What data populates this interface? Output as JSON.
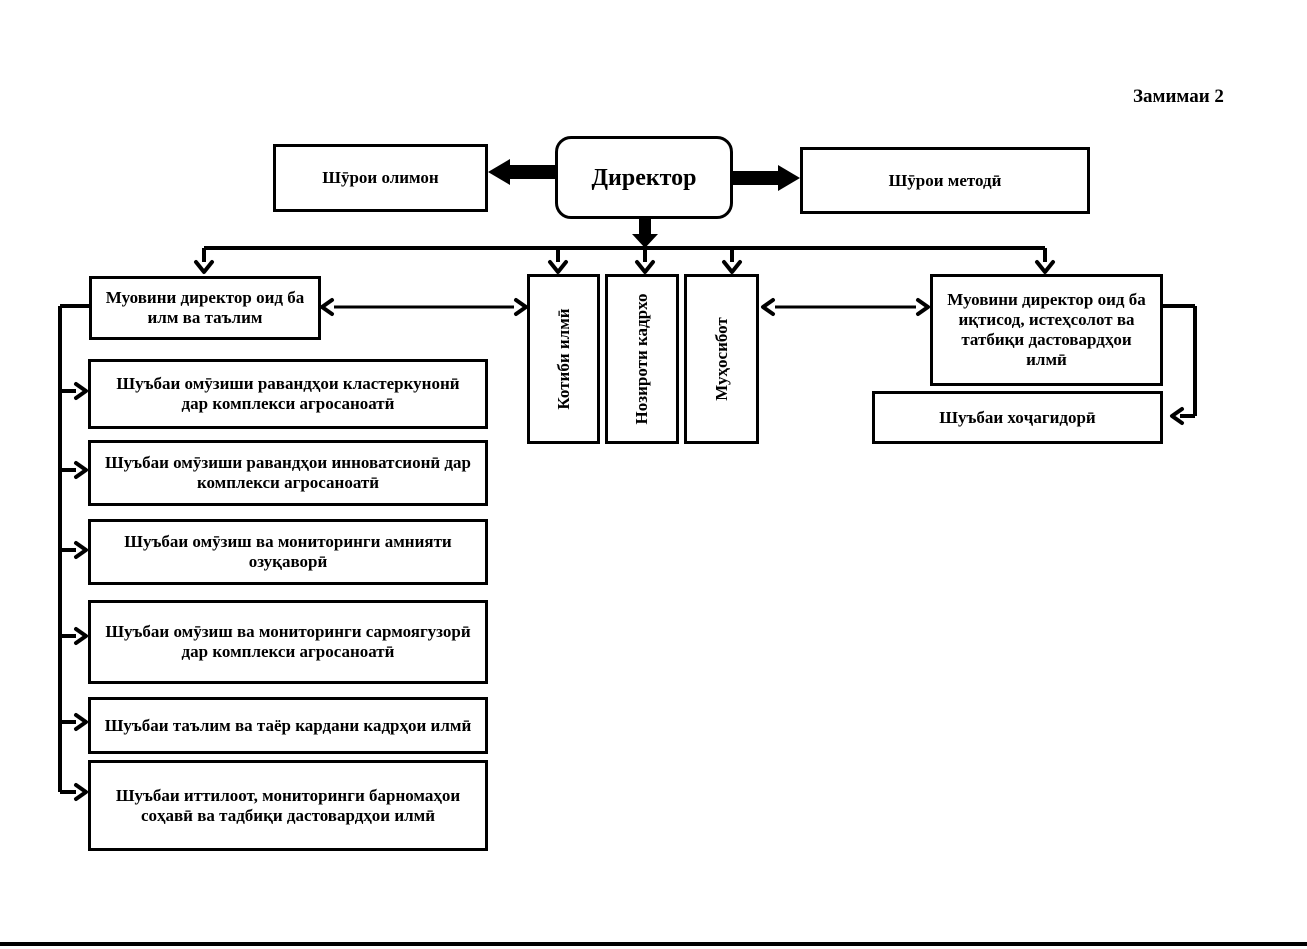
{
  "attachment_label": "Замимаи 2",
  "director": "Директор",
  "council_scientists": "Шӯрои олимон",
  "council_methodical": "Шӯрои методӣ",
  "deputy_science": "Муовини директор оид ба илм ва таълим",
  "deputy_economics": "Муовини директор оид ба иқтисод, истеҳсолот ва татбиқи дастовардҳои илмӣ",
  "scientific_secretary": "Котиби илмӣ",
  "hr_inspector": "Нозироти кадрхо",
  "accounting": "Муҳосибот",
  "household_department": "Шуъбаи хоҷагидорӣ",
  "departments": [
    "Шуъбаи омӯзиши равандҳои кластеркунонӣ дар комплекси агросаноатӣ",
    "Шуъбаи омӯзиши равандҳои инноватсионӣ дар комплекси агросаноатӣ",
    "Шуъбаи омӯзиш ва мониторинги амнияти озуқаворӣ",
    "Шуъбаи омӯзиш ва мониторинги сармоягузорӣ дар комплекси агросаноатӣ",
    "Шуъбаи таълим ва таёр кардани кадрҳои илмӣ",
    "Шуъбаи иттилоот, мониторинги барномаҳои соҳавӣ ва тадбиқи дастовардҳои илмӣ"
  ]
}
